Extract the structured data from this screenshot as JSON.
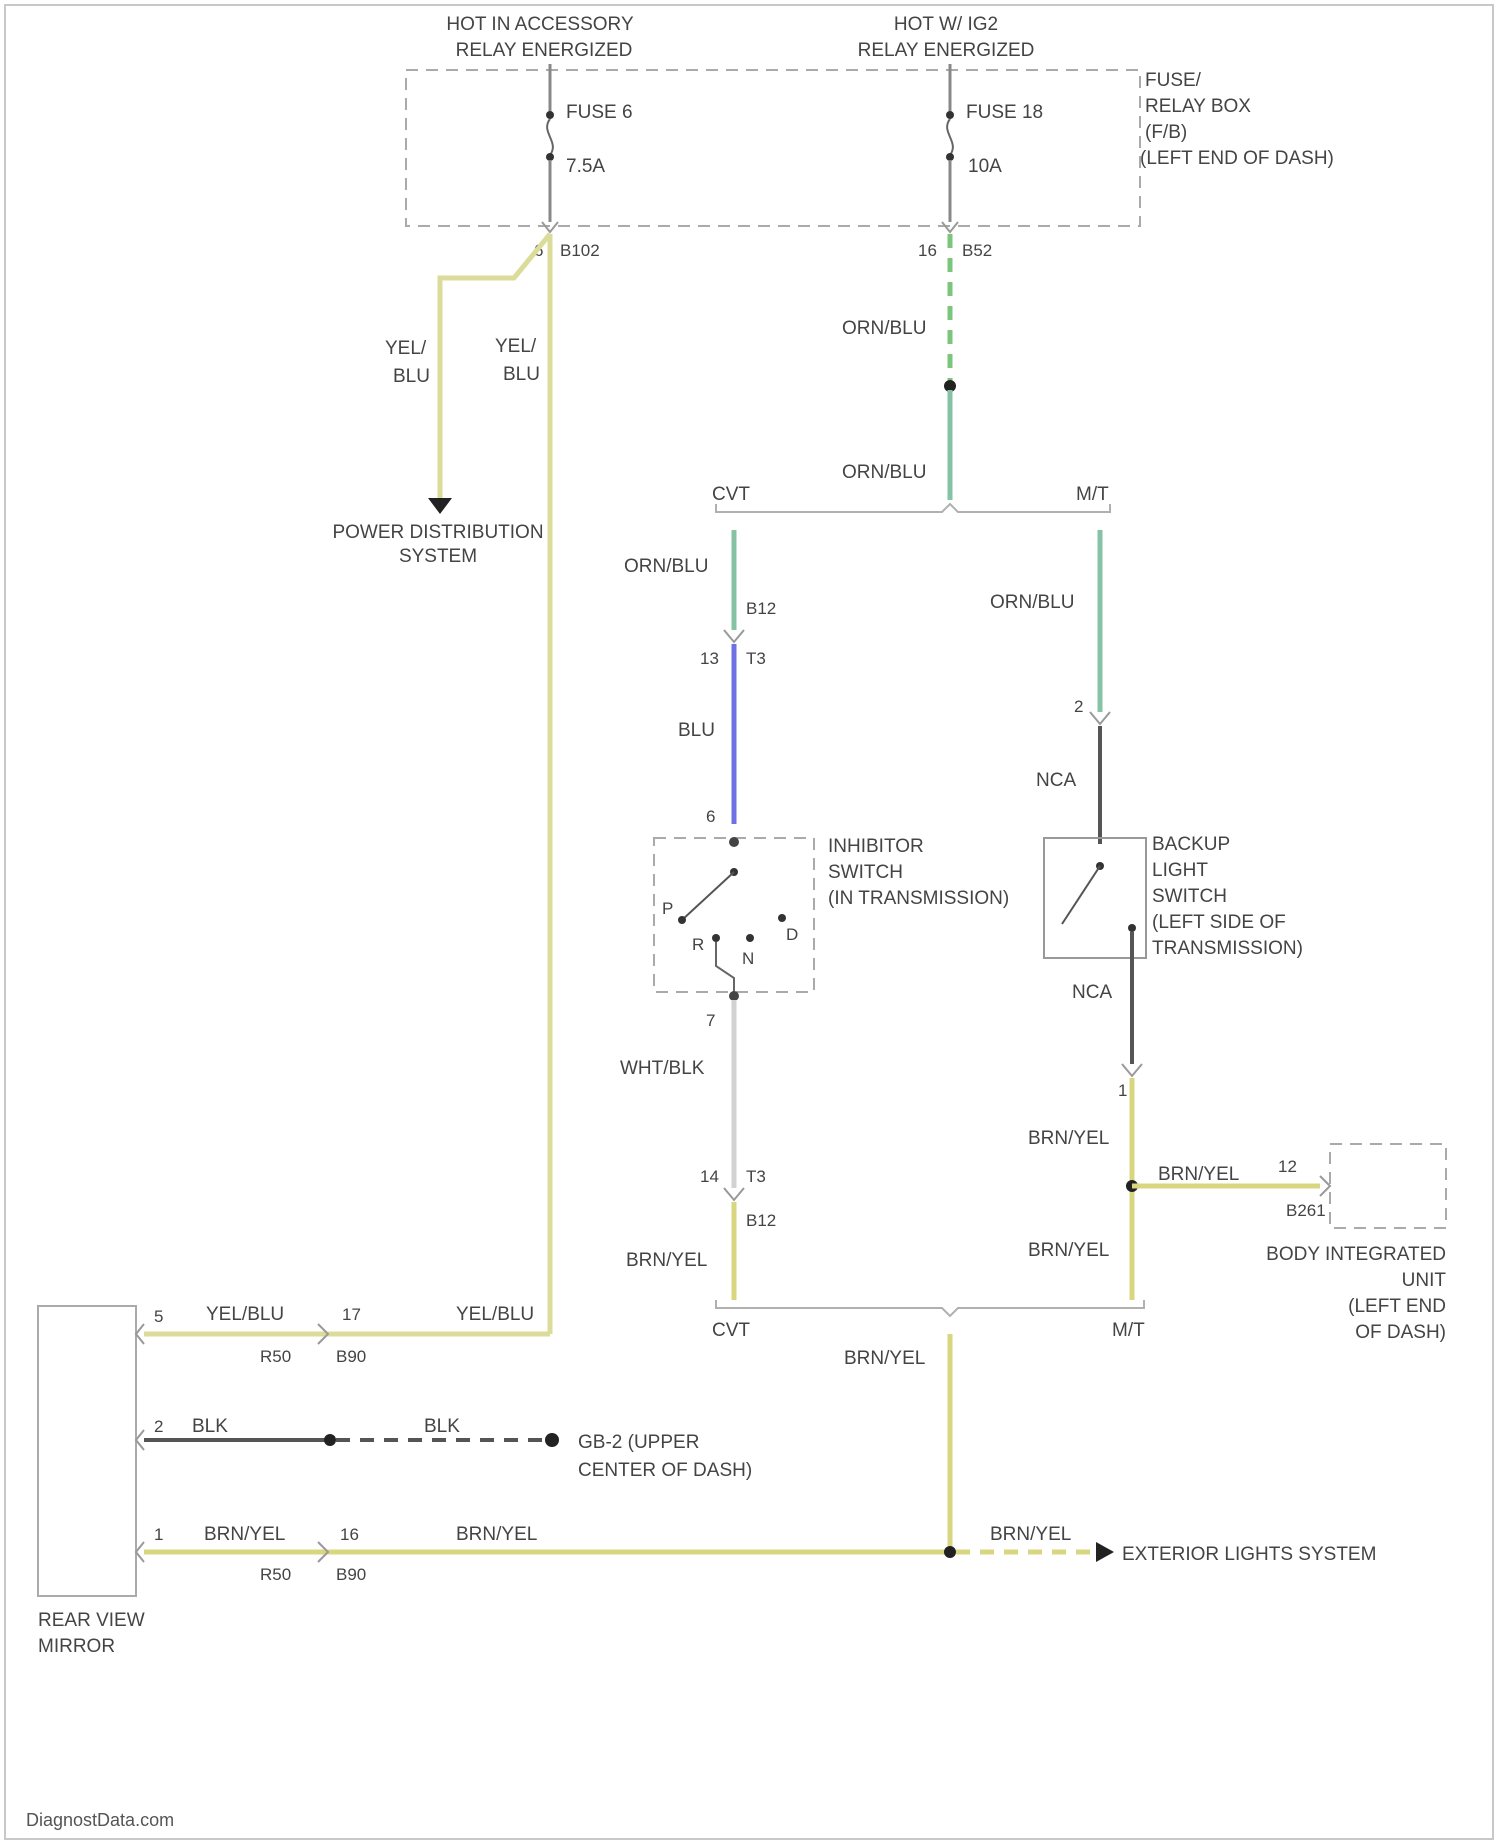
{
  "header": {
    "hot_left_1": "HOT IN ACCESSORY",
    "hot_left_2": "RELAY ENERGIZED",
    "hot_right_1": "HOT W/ IG2",
    "hot_right_2": "RELAY ENERGIZED"
  },
  "fuse_box": {
    "fuse_a_name": "FUSE 6",
    "fuse_a_rating": "7.5A",
    "fuse_b_name": "FUSE 18",
    "fuse_b_rating": "10A",
    "desc_1": "FUSE/",
    "desc_2": "RELAY BOX",
    "desc_3": "(F/B)",
    "desc_4": "(LEFT END OF DASH)",
    "pin_a": "6",
    "conn_a": "B102",
    "pin_b": "16",
    "conn_b": "B52"
  },
  "wires": {
    "yel_1": "YEL/",
    "blu_1": "BLU",
    "orn_blu": "ORN/BLU",
    "blu": "BLU",
    "nca": "NCA",
    "wht_blk": "WHT/BLK",
    "brn_yel": "BRN/YEL",
    "yel_blu": "YEL/BLU",
    "blk": "BLK"
  },
  "power_dist": {
    "line1": "POWER DISTRIBUTION",
    "line2": "SYSTEM"
  },
  "branches": {
    "cvt": "CVT",
    "mt": "M/T"
  },
  "connectors": {
    "b12": "B12",
    "t3": "T3",
    "pin_13": "13",
    "pin_14": "14",
    "pin_6": "6",
    "pin_7": "7",
    "pin_2": "2",
    "pin_1": "1",
    "pin_12": "12",
    "b261": "B261",
    "r50": "R50",
    "b90": "B90",
    "pin_17": "17",
    "pin_16": "16",
    "mirror_pin_5": "5",
    "mirror_pin_2": "2",
    "mirror_pin_1": "1"
  },
  "inhibitor": {
    "line1": "INHIBITOR",
    "line2": "SWITCH",
    "line3": "(IN TRANSMISSION)",
    "pos_p": "P",
    "pos_r": "R",
    "pos_n": "N",
    "pos_d": "D"
  },
  "backup": {
    "line1": "BACKUP",
    "line2": "LIGHT",
    "line3": "SWITCH",
    "line4": "(LEFT SIDE OF",
    "line5": "TRANSMISSION)"
  },
  "biu": {
    "line1": "BODY INTEGRATED",
    "line2": "UNIT",
    "line3": "(LEFT END",
    "line4": "OF DASH)"
  },
  "ground": {
    "line1": "GB-2 (UPPER",
    "line2": "CENTER OF DASH)"
  },
  "exterior": "EXTERIOR LIGHTS SYSTEM",
  "mirror": {
    "line1": "REAR VIEW",
    "line2": "MIRROR"
  },
  "watermark": "DiagnostData.com",
  "colors": {
    "yel_blu": "#dcdc9a",
    "orn_blu": "#86c3a6",
    "blu": "#6e70e6",
    "wht_blk": "#d2d2d2",
    "brn_yel": "#d8d67f",
    "blk": "#555555",
    "nca": "#555555",
    "bracket": "#b0b0b0",
    "box": "#aaaaaa"
  }
}
